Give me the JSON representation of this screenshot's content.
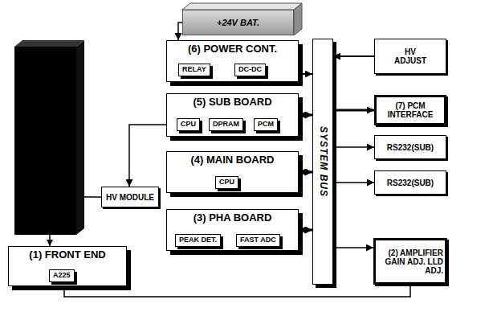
{
  "diagram": {
    "nodes": [
      {
        "text": [
          "+24V BAT."
        ]
      },
      {
        "text": [
          "(6) POWER CONT."
        ]
      },
      {
        "text": [
          "RELAY"
        ],
        "in": 1
      },
      {
        "text": [
          "DC-DC"
        ],
        "in": 1
      },
      {
        "text": [
          "SYSTEM BUS"
        ]
      },
      {
        "text": [
          "HV ADJUST"
        ]
      },
      {
        "text": [
          "(7) PCM INTERFACE"
        ]
      },
      {
        "text": [
          "(5) SUB BOARD"
        ]
      },
      {
        "text": [
          "CPU"
        ],
        "in": 7
      },
      {
        "text": [
          "DPRAM"
        ],
        "in": 7
      },
      {
        "text": [
          "PCM"
        ],
        "in": 7
      },
      {
        "text": [
          "RS232(SUB)"
        ]
      },
      {
        "text": [
          "(4) MAIN BOARD"
        ]
      },
      {
        "text": [
          "CPU"
        ],
        "in": 12
      },
      {
        "text": [
          "RS232(SUB)"
        ]
      },
      {
        "text": [
          "HV MODULE"
        ]
      },
      {
        "text": [
          "(3) PHA BOARD"
        ]
      },
      {
        "text": [
          "PEAK DET."
        ],
        "in": 16
      },
      {
        "text": [
          "FAST ADC"
        ],
        "in": 16
      },
      {
        "text": [
          "(1) FRONT END"
        ]
      },
      {
        "text": [
          "A225"
        ],
        "in": 19
      },
      {
        "text": [
          "(2) AMPLIFIER GAIN ADJ. LLD ADJ."
        ]
      }
    ],
    "edges": [
      {
        "from": 0,
        "to": 1,
        "arrow": "to"
      },
      {
        "from": 1,
        "to": 4,
        "arrow": "to"
      },
      {
        "from": 7,
        "to": 4,
        "arrow": "both"
      },
      {
        "from": 12,
        "to": 4,
        "arrow": "both"
      },
      {
        "from": 16,
        "to": 4,
        "arrow": "both"
      },
      {
        "from": 5,
        "to": 4,
        "arrow": "to"
      },
      {
        "from": 4,
        "to": 6,
        "arrow": "to"
      },
      {
        "from": 4,
        "to": 11,
        "arrow": "to"
      },
      {
        "from": 4,
        "to": 14,
        "arrow": "to"
      },
      {
        "from": 4,
        "to": 21,
        "arrow": "to"
      },
      {
        "from": 7,
        "to": 15,
        "arrow": "to"
      },
      {
        "from": 19,
        "to": 21,
        "arrow": "none"
      }
    ]
  }
}
